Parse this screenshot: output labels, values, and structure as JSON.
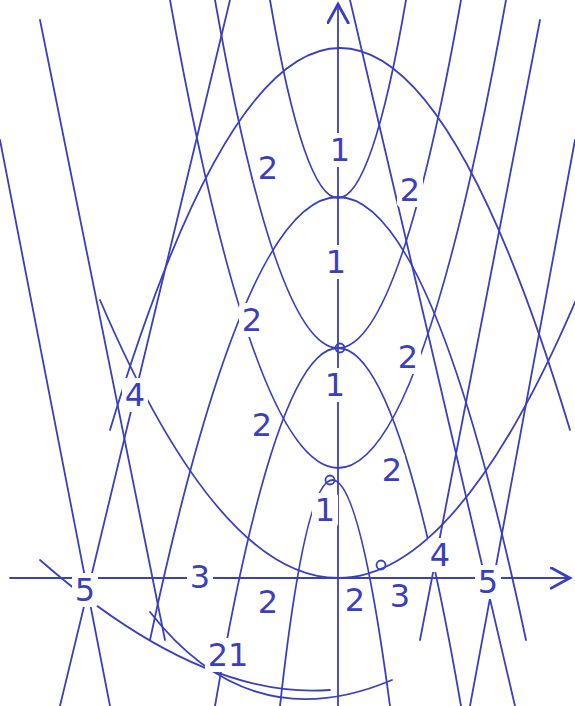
{
  "diagram": {
    "labels": [
      "1",
      "2",
      "2",
      "1",
      "2",
      "2",
      "1",
      "4",
      "2",
      "2",
      "1",
      "4",
      "5",
      "3",
      "2",
      "2",
      "3",
      "5",
      "21"
    ]
  }
}
